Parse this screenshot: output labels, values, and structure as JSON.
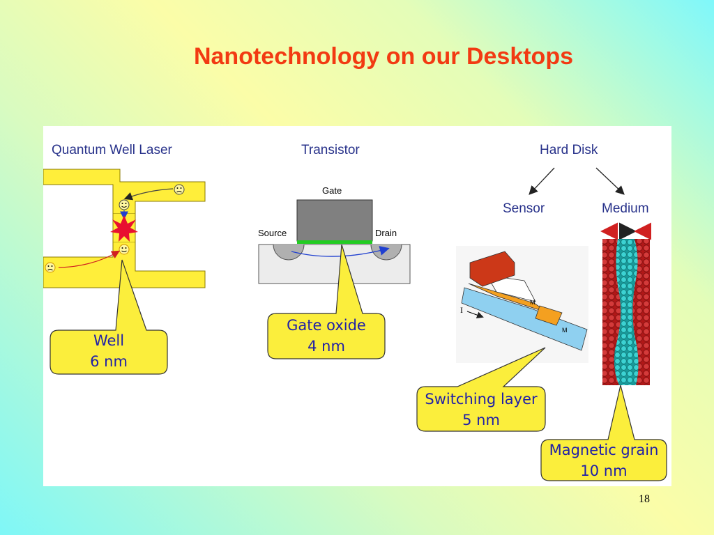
{
  "slide": {
    "title": "Nanotechnology on our Desktops",
    "page_number": "18"
  },
  "sections": {
    "laser": {
      "heading": "Quantum Well Laser",
      "callout_line1": "Well",
      "callout_line2": "6 nm"
    },
    "transistor": {
      "heading": "Transistor",
      "gate_label": "Gate",
      "source_label": "Source",
      "drain_label": "Drain",
      "callout_line1": "Gate oxide",
      "callout_line2": "4 nm"
    },
    "hard_disk": {
      "heading": "Hard Disk",
      "sensor_label": "Sensor",
      "medium_label": "Medium",
      "current_label": "I",
      "m_label_1": "M",
      "m_label_2": "M",
      "switching_line1": "Switching layer",
      "switching_line2": "5 nm",
      "grain_line1": "Magnetic grain",
      "grain_line2": "10 nm"
    }
  },
  "colors": {
    "title": "#f23a12",
    "callout_fill": "#fbee3c",
    "callout_text": "#1f1fa8",
    "heading_text": "#27318a",
    "laser_yellow": "#ffee3a",
    "gate_gray": "#808080",
    "oxide_green": "#22cc22"
  }
}
